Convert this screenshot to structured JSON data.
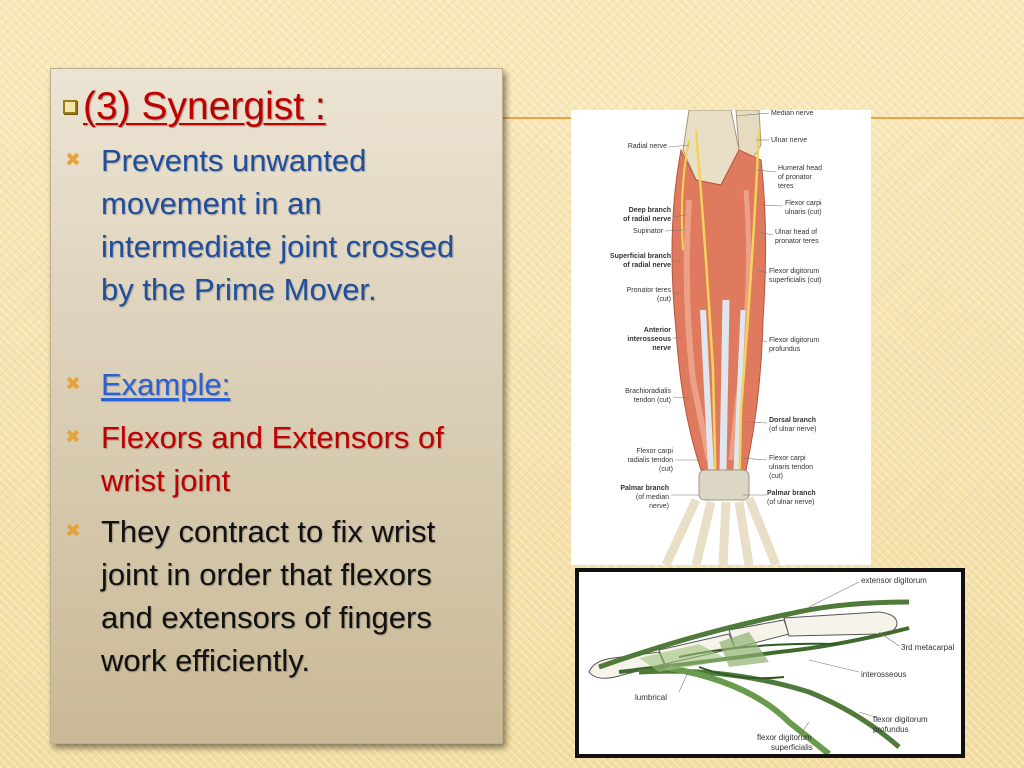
{
  "slide": {
    "heading": "(3) Synergist :",
    "bullets": [
      {
        "text": "Prevents unwanted movement in an intermediate joint crossed by the Prime Mover.",
        "style": "blue"
      },
      {
        "text": "Example:",
        "style": "link"
      },
      {
        "text": "Flexors and Extensors of wrist joint",
        "style": "red"
      },
      {
        "text": "They contract to fix wrist joint in order that flexors and extensors of fingers work efficiently.",
        "style": "black"
      }
    ],
    "colors": {
      "heading": "#c00000",
      "body": "#1f4e9e",
      "link": "#2a62d6",
      "bullet": "#e8a23c",
      "rule": "#e9a245"
    }
  },
  "forearm_figure": {
    "labels_right": [
      "Median nerve",
      "Ulnar nerve",
      "Humeral head",
      "of pronator",
      "teres",
      "Flexor carpi",
      "ulnaris (cut)",
      "Ulnar head of",
      "pronator teres",
      "Flexor digitorum",
      "superficialis (cut)",
      "Flexor digitorum",
      "profundus",
      "Dorsal branch",
      "(of ulnar nerve)",
      "Flexor carpi",
      "ulnaris tendon",
      "(cut)",
      "Palmar branch",
      "(of ulnar nerve)"
    ],
    "labels_left": [
      "Radial nerve",
      "Deep branch",
      "of radial nerve",
      "Supinator",
      "Superficial branch",
      "of radial nerve",
      "Pronator teres",
      "(cut)",
      "Anterior",
      "interosseous",
      "nerve",
      "Brachioradialis",
      "tendon (cut)",
      "Flexor carpi",
      "radialis tendon",
      "(cut)",
      "Palmar branch",
      "(of median",
      "nerve)"
    ]
  },
  "finger_figure": {
    "labels": [
      "extensor digitorum",
      "3rd metacarpal",
      "interosseous",
      "lumbrical",
      "flexor digitorum",
      "profundus",
      "flexor digitorum",
      "superficialis"
    ]
  }
}
